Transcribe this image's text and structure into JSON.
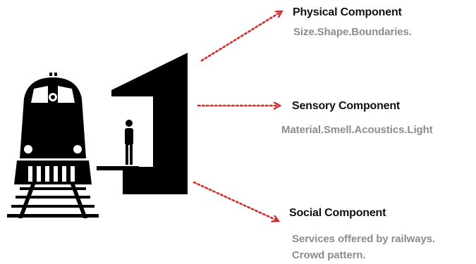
{
  "components": {
    "physical": {
      "title": "Physical Component",
      "detail": "Size.Shape.Boundaries."
    },
    "sensory": {
      "title": "Sensory Component",
      "detail": "Material.Smell.Acoustics.Light"
    },
    "social": {
      "title": "Social Component",
      "detail_line_1": "Services offered by railways.",
      "detail_line_2": "Crowd pattern."
    }
  },
  "colors": {
    "arrow": "#d42a2a",
    "silhouette": "#000000",
    "heading": "#111111",
    "detail": "#8c8c8c"
  },
  "icons": [
    "train-icon",
    "station-shelter-icon",
    "standing-person-icon",
    "dotted-arrow-icon"
  ]
}
